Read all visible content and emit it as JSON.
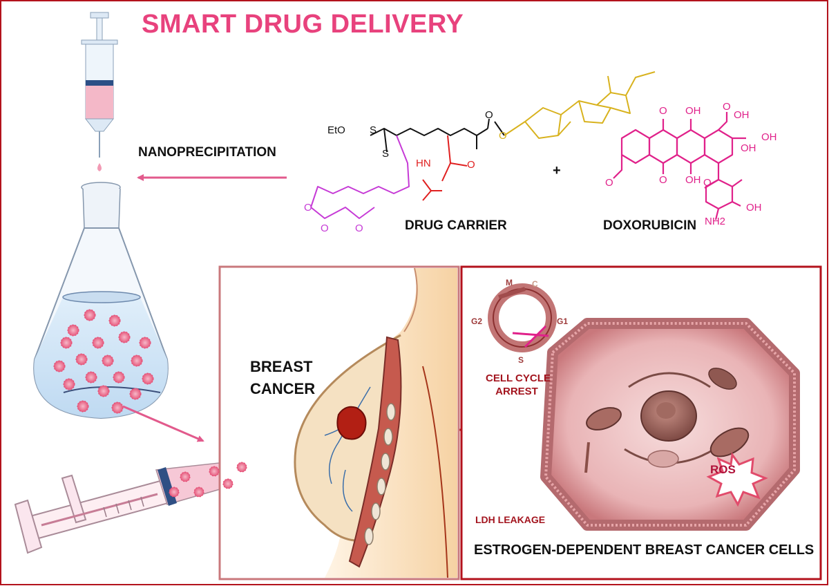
{
  "title": "SMART DRUG DELIVERY",
  "labels": {
    "nanoprecipitation": "NANOPRECIPITATION",
    "drug_carrier": "DRUG CARRIER",
    "doxorubicin": "DOXORUBICIN",
    "plus": "+",
    "breast_line1": "BREAST",
    "breast_line2": "CANCER",
    "cell_cycle_line1": "CELL CYCLE",
    "cell_cycle_line2": "ARREST",
    "ldh_leakage": "LDH LEAKAGE",
    "ros": "ROS",
    "cells": "ESTROGEN-DEPENDENT BREAST CANCER CELLS"
  },
  "cell_cycle_phases": {
    "m": "M",
    "c": "C",
    "g1": "G1",
    "g2": "G2",
    "s": "S"
  },
  "chem_labels": {
    "eto": "EtO",
    "s_top": "S",
    "s_bottom": "S",
    "hn": "HN",
    "o_ester": "O",
    "o_carbonyl": "O",
    "o_keto": "O",
    "o_pend1": "O",
    "o_pend2": "O",
    "dox_o1": "O",
    "dox_oh1": "OH",
    "dox_o2": "O",
    "dox_oh2": "OH",
    "dox_oh3": "OH",
    "dox_o3": "O",
    "dox_oh4": "OH",
    "dox_ome": "O",
    "dox_o4": "O",
    "dox_oh5": "OH",
    "dox_nh2": "NH2"
  },
  "colors": {
    "title": "#e8427d",
    "arrow_pink": "#e25a8c",
    "arrow_red": "#b3121c",
    "frame_red": "#b3121c",
    "dox_magenta": "#e0218a",
    "polymer_purple": "#c63ad6",
    "polymer_red": "#e02020",
    "cholesterol_gold": "#d8b21e"
  }
}
